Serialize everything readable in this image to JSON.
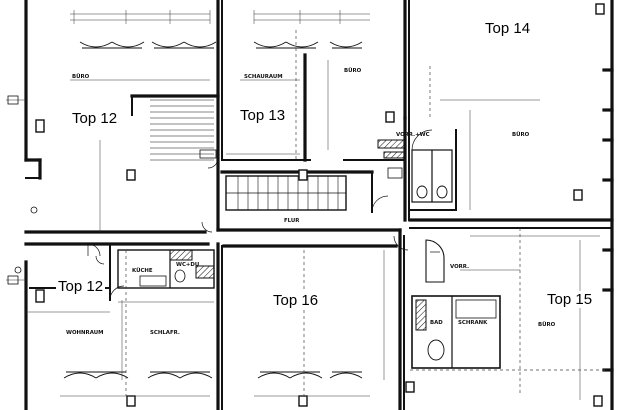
{
  "units": {
    "top12_upper": "Top 12",
    "top13": "Top 13",
    "top14": "Top 14",
    "top12_lower": "Top 12",
    "top16": "Top 16",
    "top15": "Top 15"
  },
  "rooms": {
    "buero_top12": "BÜRO",
    "schauraum": "SCHAURAUM",
    "buero_top13": "BÜRO",
    "buero_top14": "BÜRO",
    "vorr_wc": "VORR.+WC",
    "flur": "FLUR",
    "buero_top15": "BÜRO",
    "wohnraum": "WOHNRAUM",
    "schlafr": "SCHLAFR.",
    "kueche": "KÜCHE",
    "wc_du": "WC+DU",
    "bad": "BAD",
    "schrank": "SCHRANK",
    "vorr": "VORR."
  }
}
